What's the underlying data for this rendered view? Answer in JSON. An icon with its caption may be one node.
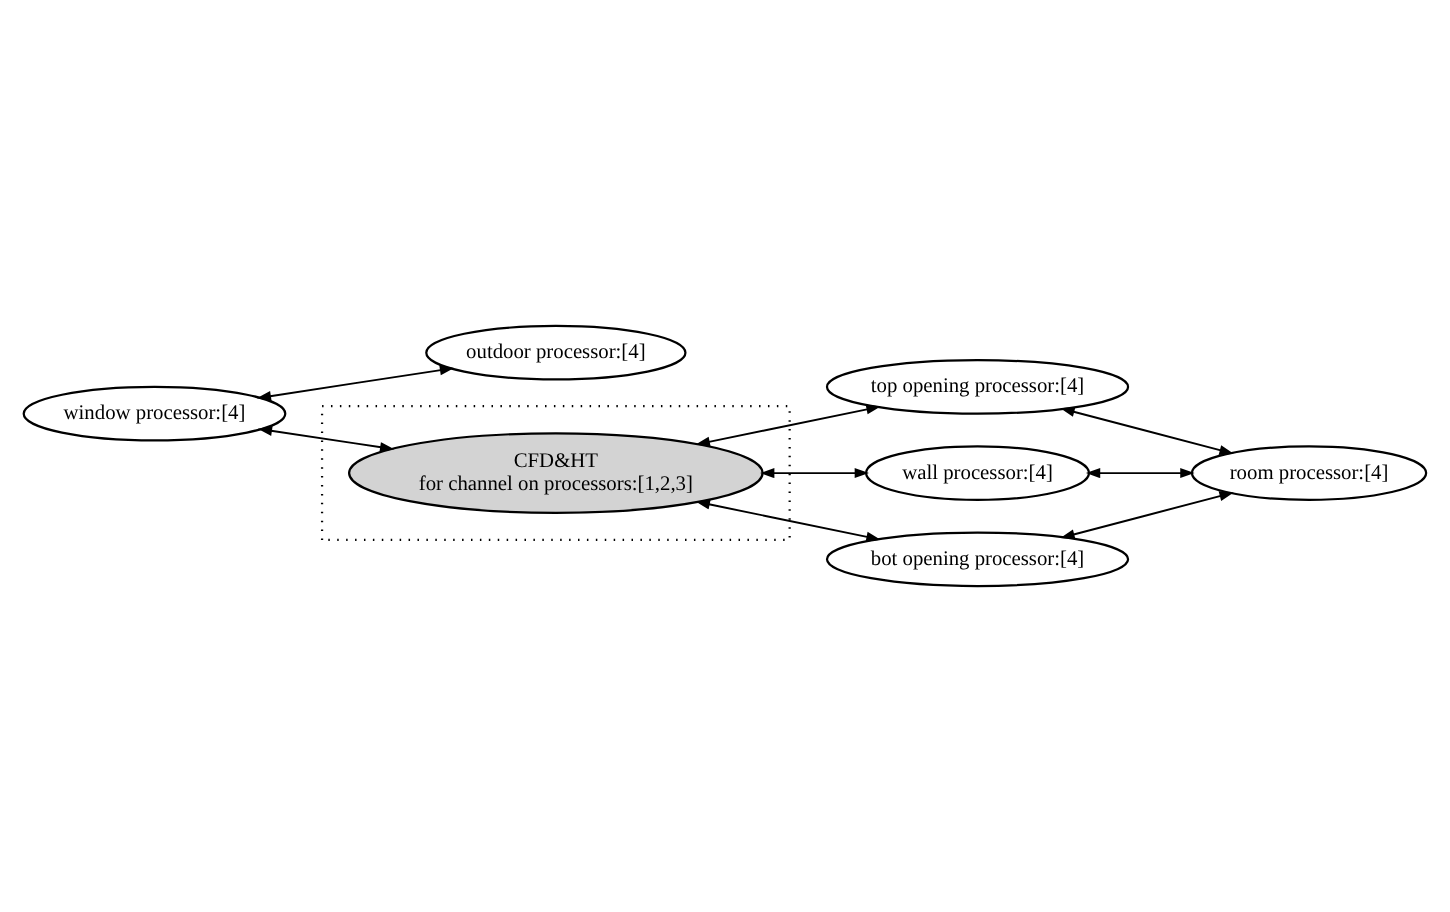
{
  "diagram": {
    "nodes": [
      {
        "text": [
          "outdoor processor:[4]"
        ]
      },
      {
        "text": [
          "window processor:[4]"
        ]
      },
      {
        "text": [
          "top opening processor:[4]"
        ]
      },
      {
        "text": [],
        "shape": "box"
      },
      {
        "text": [
          "CFD&HT",
          "for channel on processors:[1,2,3]"
        ],
        "in": 3
      },
      {
        "text": [
          "wall processor:[4]"
        ]
      },
      {
        "text": [
          "room processor:[4]"
        ]
      },
      {
        "text": [
          "bot opening processor:[4]"
        ]
      }
    ],
    "edges": [
      {
        "from": 1,
        "to": 0,
        "arrow": "both"
      },
      {
        "from": 1,
        "to": 4,
        "arrow": "both"
      },
      {
        "from": 4,
        "to": 2,
        "arrow": "both"
      },
      {
        "from": 4,
        "to": 5,
        "arrow": "both"
      },
      {
        "from": 4,
        "to": 7,
        "arrow": "both"
      },
      {
        "from": 2,
        "to": 6,
        "arrow": "both"
      },
      {
        "from": 5,
        "to": 6,
        "arrow": "both"
      },
      {
        "from": 7,
        "to": 6,
        "arrow": "both"
      }
    ]
  }
}
